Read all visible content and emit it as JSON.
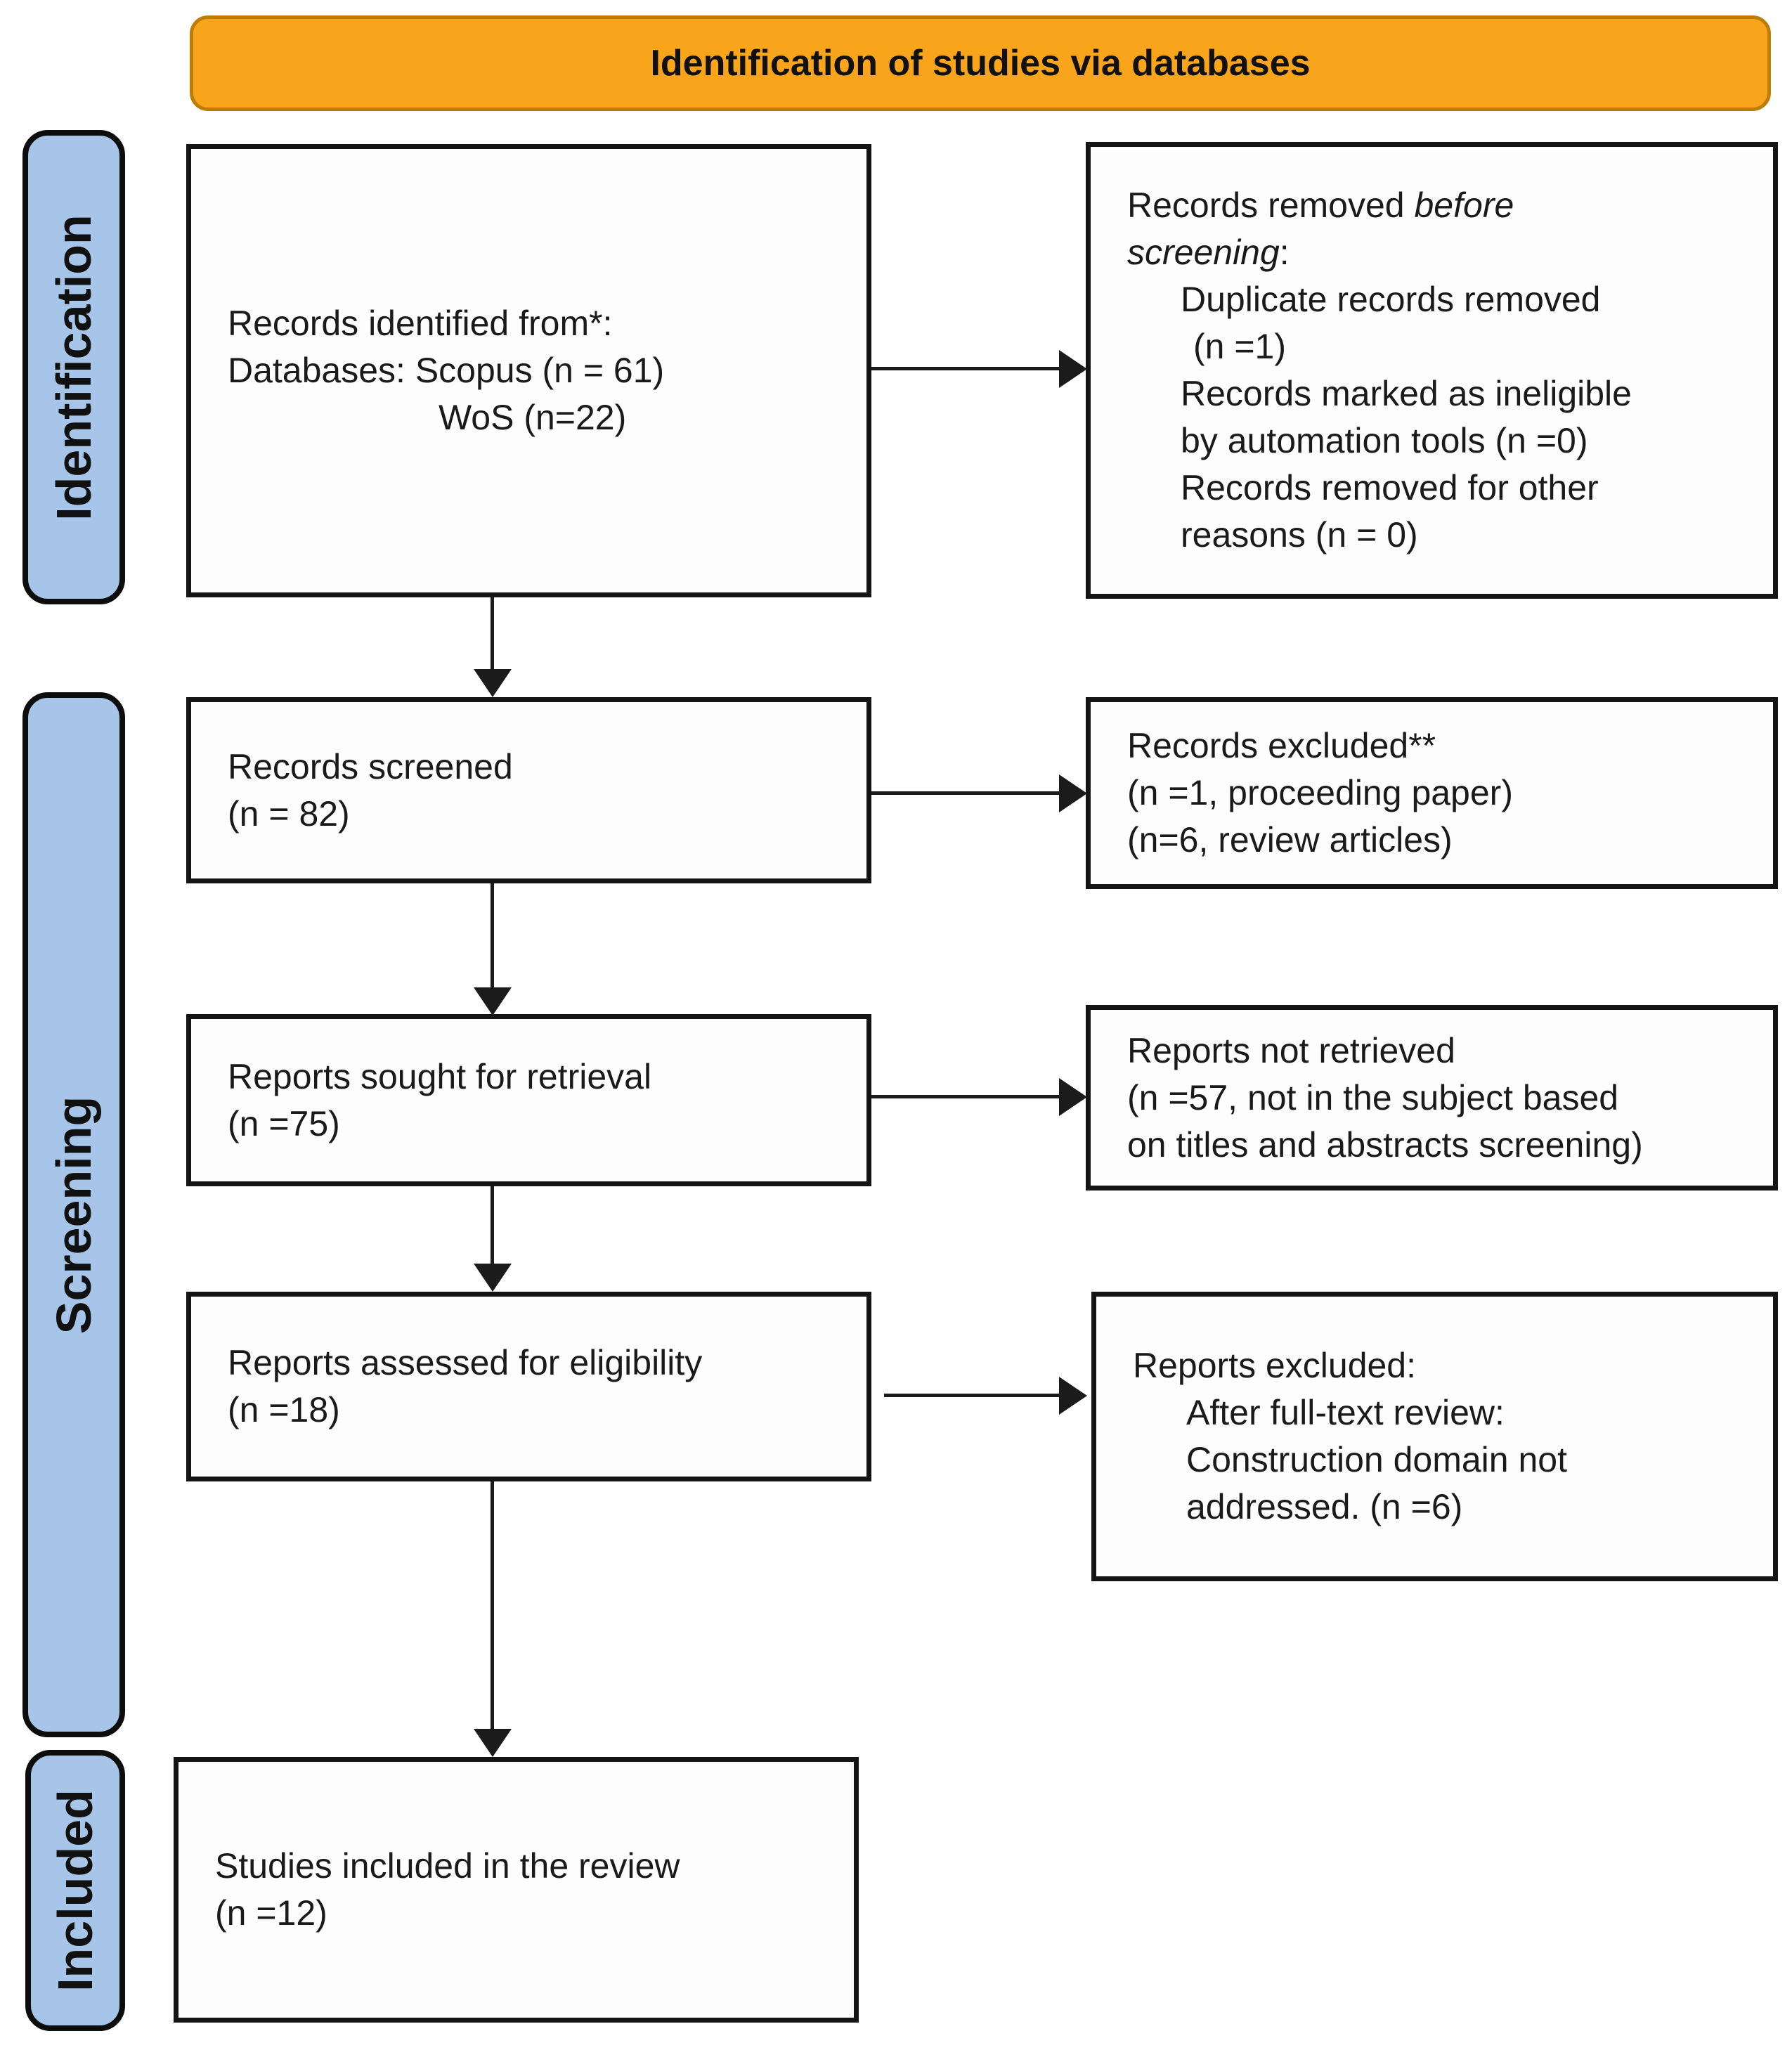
{
  "banner": {
    "title": "Identification of studies via databases"
  },
  "stages": {
    "identification": "Identification",
    "screening": "Screening",
    "included": "Included"
  },
  "boxes": {
    "records_identified": {
      "line1": "Records identified from*:",
      "line2": "Databases: Scopus (n = 61)",
      "line3": "WoS (n=22)"
    },
    "records_removed": {
      "line1_pre": "Records removed ",
      "line1_em": "before",
      "line2_em": "screening",
      "line2_post": ":",
      "item1": "Duplicate records removed",
      "item2": "(n =1)",
      "item3": "Records marked as ineligible",
      "item4": "by automation tools (n =0)",
      "item5": "Records removed for other",
      "item6": "reasons (n = 0)"
    },
    "records_screened": {
      "line1": "Records screened",
      "line2": "(n = 82)"
    },
    "records_excluded": {
      "line1": "Records excluded**",
      "line2": "(n =1, proceeding paper)",
      "line3": "(n=6, review articles)"
    },
    "reports_sought": {
      "line1": "Reports sought for retrieval",
      "line2": "(n =75)"
    },
    "reports_not_retrieved": {
      "line1": "Reports not retrieved",
      "line2": "(n =57, not in the subject based",
      "line3": "on titles and abstracts screening)"
    },
    "reports_assessed": {
      "line1": "Reports assessed for eligibility",
      "line2": "(n =18)"
    },
    "reports_excluded": {
      "line1": "Reports excluded:",
      "item1": "After full-text review:",
      "item2": "Construction domain not",
      "item3": "addressed. (n =6)"
    },
    "studies_included": {
      "line1": "Studies included in the review",
      "line2": "(n =12)"
    }
  },
  "colors": {
    "banner_bg": "#F9A51C",
    "banner_border": "#BE7D07",
    "stage_bg": "#A7C5E8",
    "box_border": "#141414",
    "arrow": "#1B1B1B"
  }
}
